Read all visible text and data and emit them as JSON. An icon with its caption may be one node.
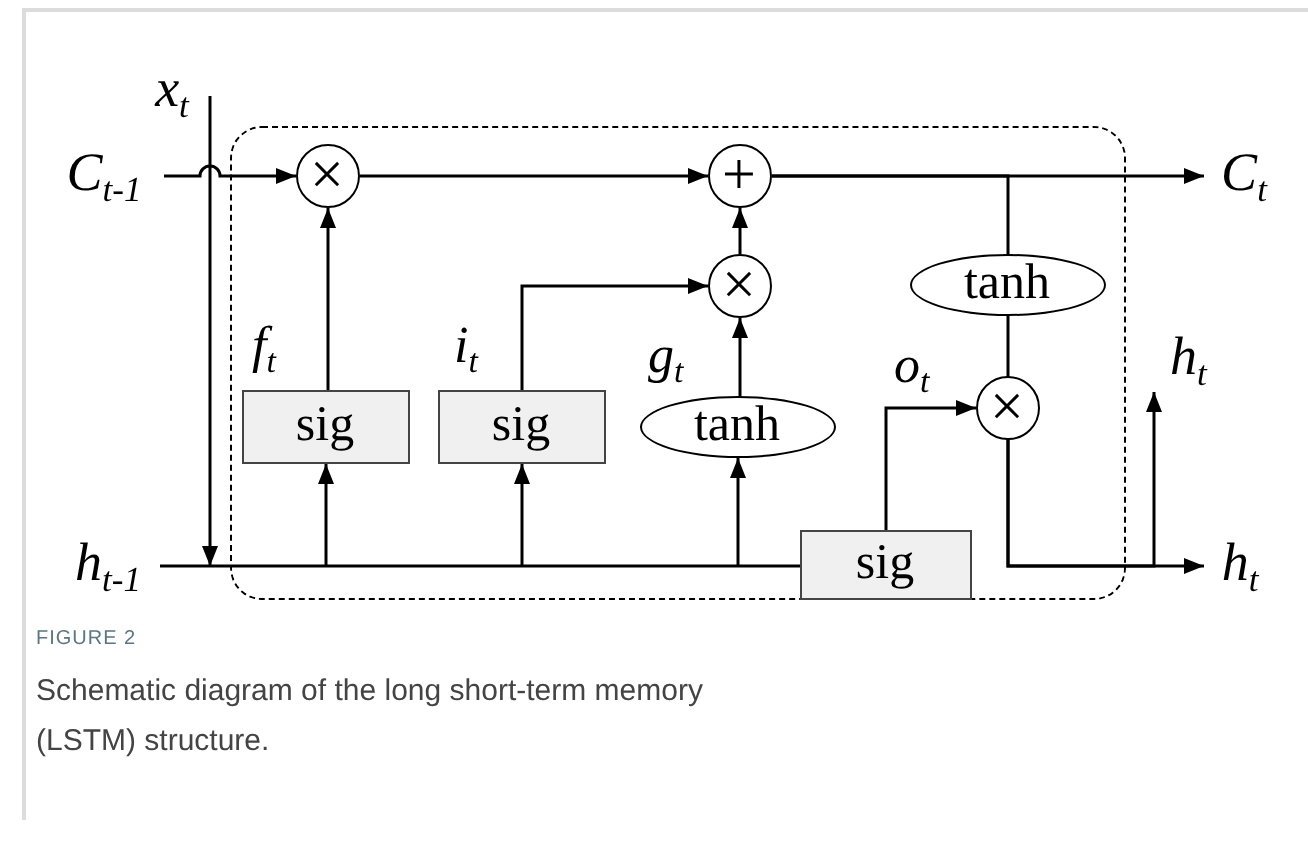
{
  "diagram": {
    "title": "FIGURE 2",
    "caption": "Schematic diagram of the long short-term memory (LSTM) structure.",
    "nodes": [
      {
        "text": [],
        "shape": "box"
      },
      {
        "text": [
          "x$_{t}$"
        ]
      },
      {
        "text": [
          "C$_{t-1}$"
        ]
      },
      {
        "text": [
          "h$_{t-1}$"
        ]
      },
      {
        "text": [
          "×"
        ],
        "in": 0
      },
      {
        "text": [
          "+"
        ],
        "in": 0
      },
      {
        "text": [
          "×"
        ],
        "in": 0
      },
      {
        "text": [
          "sig"
        ],
        "in": 0
      },
      {
        "text": [
          "sig"
        ],
        "in": 0
      },
      {
        "text": [
          "tanh"
        ],
        "in": 0
      },
      {
        "text": [
          "sig"
        ],
        "in": 0
      },
      {
        "text": [
          "tanh"
        ],
        "in": 0
      },
      {
        "text": [
          "×"
        ],
        "in": 0
      },
      {
        "text": [
          "C$_{t}$"
        ]
      },
      {
        "text": [
          "h$_{t}$"
        ]
      },
      {
        "text": [
          "h$_{t}$"
        ]
      }
    ],
    "edges": [
      {
        "from": 2,
        "to": 4,
        "arrow": "to"
      },
      {
        "from": 4,
        "to": 5,
        "arrow": "to"
      },
      {
        "from": 1,
        "to": 7,
        "arrow": "to"
      },
      {
        "from": 3,
        "to": 7,
        "arrow": "to"
      },
      {
        "from": 1,
        "to": 8,
        "arrow": "to"
      },
      {
        "from": 3,
        "to": 8,
        "arrow": "to"
      },
      {
        "from": 1,
        "to": 9,
        "arrow": "to"
      },
      {
        "from": 3,
        "to": 9,
        "arrow": "to"
      },
      {
        "from": 1,
        "to": 10,
        "arrow": "none"
      },
      {
        "from": 3,
        "to": 10,
        "arrow": "none"
      },
      {
        "from": 7,
        "to": 4,
        "arrow": "to",
        "label": "f$_{t}$"
      },
      {
        "from": 8,
        "to": 6,
        "arrow": "to",
        "label": "i$_{t}$"
      },
      {
        "from": 9,
        "to": 6,
        "arrow": "to",
        "label": "g$_{t}$"
      },
      {
        "from": 6,
        "to": 5,
        "arrow": "to"
      },
      {
        "from": 5,
        "to": 13,
        "arrow": "to"
      },
      {
        "from": 5,
        "to": 11,
        "arrow": "none"
      },
      {
        "from": 11,
        "to": 12,
        "arrow": "none"
      },
      {
        "from": 10,
        "to": 12,
        "arrow": "to",
        "label": "o$_{t}$"
      },
      {
        "from": 12,
        "to": 15,
        "arrow": "to"
      },
      {
        "from": 12,
        "to": 14,
        "arrow": "to"
      }
    ]
  }
}
